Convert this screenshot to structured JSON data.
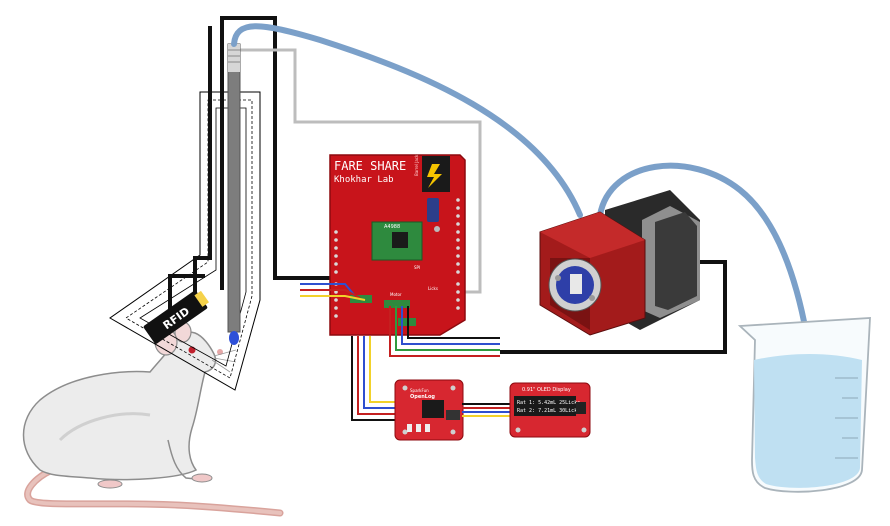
{
  "board": {
    "title": "FARE SHARE",
    "subtitle": "Khokhar Lab",
    "barrel_jack_label": "Barrel Jack",
    "chip_label": "A4988",
    "lickometer_label": "Licks",
    "motor_label": "Motor",
    "spi_label": "SPI"
  },
  "openlog": {
    "brand": "OpenLog",
    "vendor": "SparkFun"
  },
  "oled": {
    "title": "0.91\" OLED Display",
    "line1": "Rat 1: 5.42mL 25Licks",
    "line2": "Rat 2: 7.21mL 30Licks"
  },
  "rfid_label": "RFID",
  "colors": {
    "tube": "#7ba0c9",
    "board_red": "#c8141b",
    "motor_red": "#8e1a1a",
    "water": "#bfe0f2",
    "wire_black": "#111111",
    "wire_gray": "#bdbdbd"
  }
}
